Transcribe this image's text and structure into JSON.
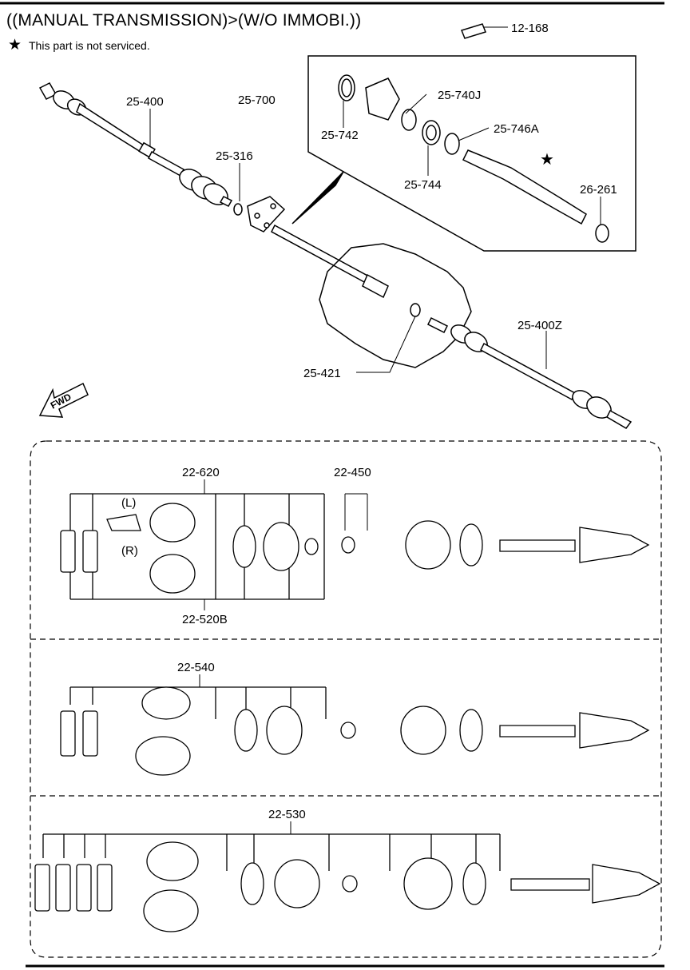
{
  "header": {
    "title": "((MANUAL TRANSMISSION)>(W/O IMMOBI.))",
    "note": "This part is not serviced.",
    "note_icon": "star-icon"
  },
  "callouts": {
    "bolt": "12-168",
    "left_shaft": "25-400",
    "joint_shaft": "25-700",
    "clip": "25-316",
    "kit_j": "25-740J",
    "seal": "25-742",
    "ring_a": "25-746A",
    "bearing": "25-744",
    "snap_ring": "26-261",
    "right_shaft": "25-400Z",
    "diff_clip": "25-421"
  },
  "star_marker": "★",
  "direction": {
    "label": "FWD"
  },
  "detail_panels": {
    "p1": {
      "top": "22-620",
      "bottom": "22-520B",
      "side_left": "(L)",
      "side_right": "(R)",
      "kit": "22-450"
    },
    "p2": {
      "top": "22-540"
    },
    "p3": {
      "top": "22-530"
    }
  }
}
